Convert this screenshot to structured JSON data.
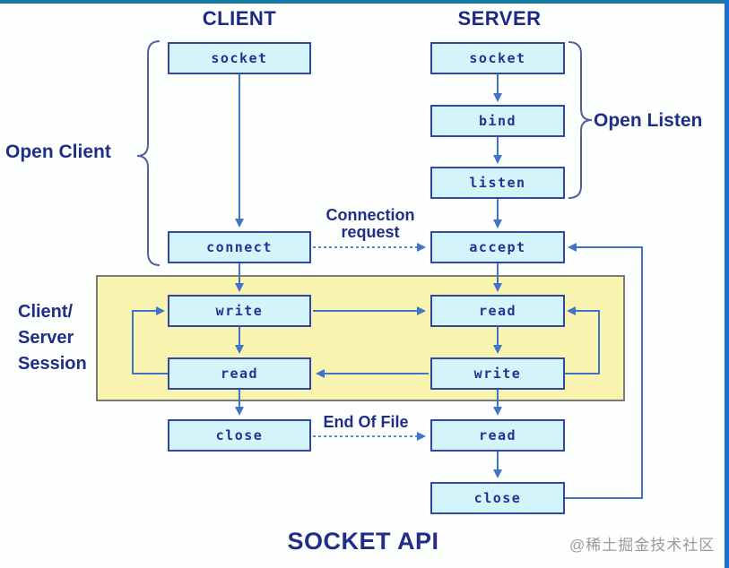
{
  "titles": {
    "client_header": "CLIENT",
    "server_header": "SERVER",
    "main_title": "SOCKET API"
  },
  "boxes": {
    "client": [
      "socket",
      "connect",
      "write",
      "read",
      "close"
    ],
    "server": [
      "socket",
      "bind",
      "listen",
      "accept",
      "read",
      "write",
      "read",
      "close"
    ]
  },
  "labels": {
    "open_client": "Open Client",
    "open_listen": "Open Listen",
    "connection_request_line1": "Connection",
    "connection_request_line2": "request",
    "session_line1": "Client/",
    "session_line2": "Server",
    "session_line3": "Session",
    "end_of_file": "End Of File",
    "watermark": "@稀土掘金技术社区"
  },
  "colors": {
    "box_fill": "#d3f4fa",
    "box_border": "#33479e",
    "box_text": "#27318f",
    "arrow_blue": "#4273c8",
    "label_navy": "#1f2f87",
    "session_fill": "#f8f3ae",
    "session_border": "#7a7a7a",
    "brace": "#55609b",
    "top_strip": "#1778a3",
    "right_strip": "#1a6fd4",
    "watermark_gray": "#9a9a9a"
  }
}
